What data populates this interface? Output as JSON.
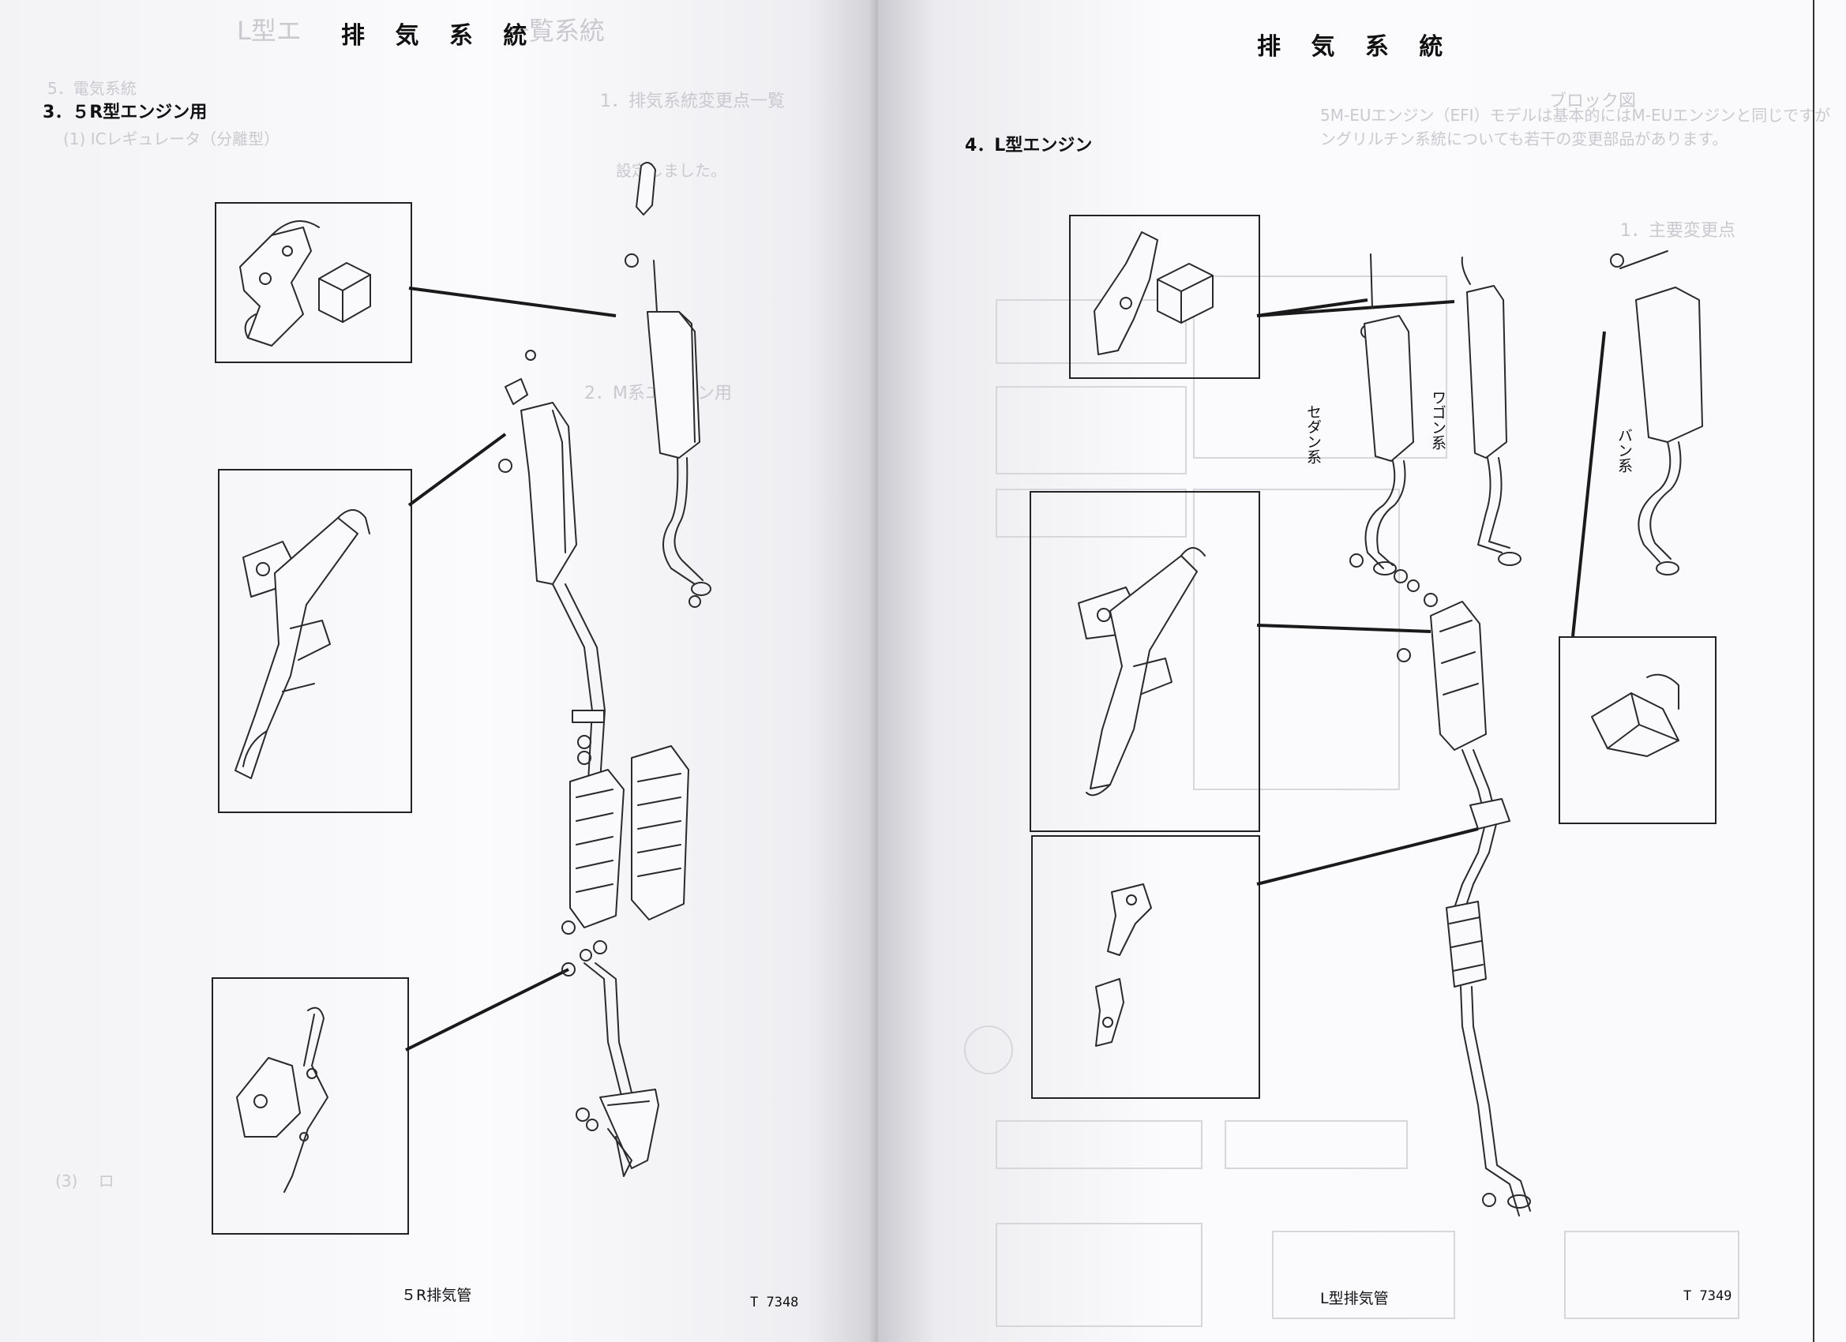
{
  "left_page": {
    "header": "排 気 系 統",
    "section_title": "3．５R型エンジン用",
    "caption": "５R排気管",
    "figure_code": "T 7348"
  },
  "right_page": {
    "header": "排 気 系 統",
    "section_title": "4．L型エンジン",
    "labels": {
      "sedan": "セダン系",
      "wagon": "ワゴン系",
      "van": "バン系"
    },
    "caption": "L型排気管",
    "figure_code": "T 7349"
  }
}
